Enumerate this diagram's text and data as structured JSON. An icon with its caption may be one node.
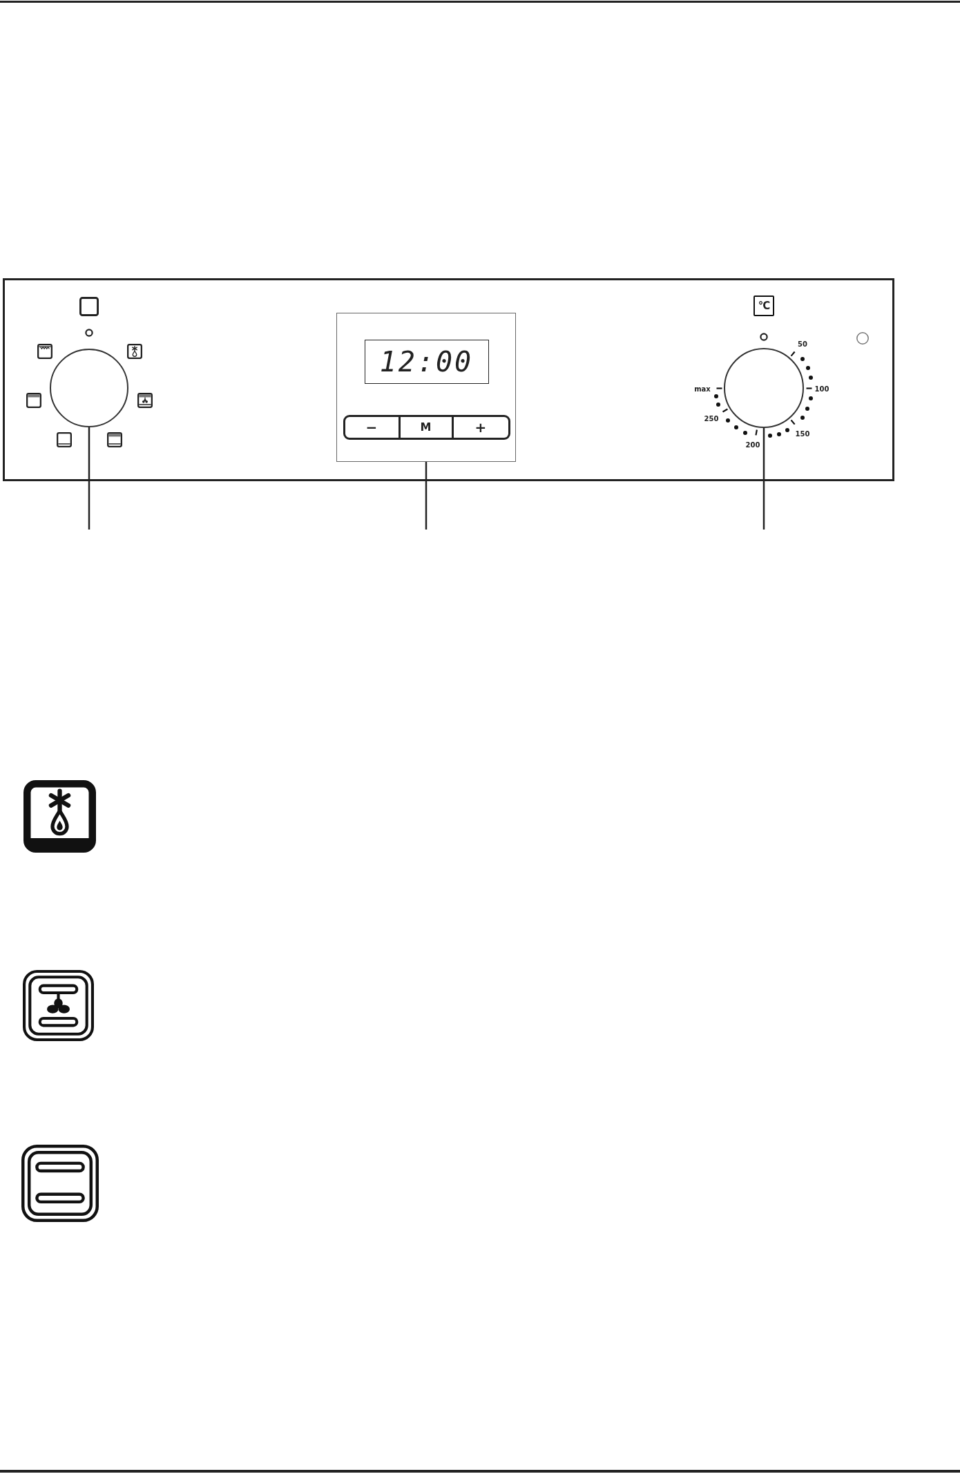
{
  "diagram": {
    "nodes": [
      {
        "text": [],
        "shape": "box"
      },
      {
        "text": [],
        "shape": "circle",
        "in": 0
      },
      {
        "text": [],
        "shape": "box",
        "in": 0
      },
      {
        "text": [
          "12:00"
        ],
        "in": 2
      },
      {
        "text": [
          "−"
        ],
        "in": 2
      },
      {
        "text": [
          "M"
        ],
        "in": 2
      },
      {
        "text": [
          "+"
        ],
        "in": 2
      },
      {
        "text": [],
        "shape": "circle",
        "in": 0,
        "beside": [
          "50",
          "100",
          "150",
          "200",
          "250",
          "max"
        ]
      }
    ],
    "edges": [
      {
        "from": null,
        "to": 1,
        "arrow": "none"
      },
      {
        "from": null,
        "to": 2,
        "arrow": "none"
      },
      {
        "from": null,
        "to": 7,
        "arrow": "none"
      }
    ],
    "labels": [
      "°C"
    ]
  }
}
